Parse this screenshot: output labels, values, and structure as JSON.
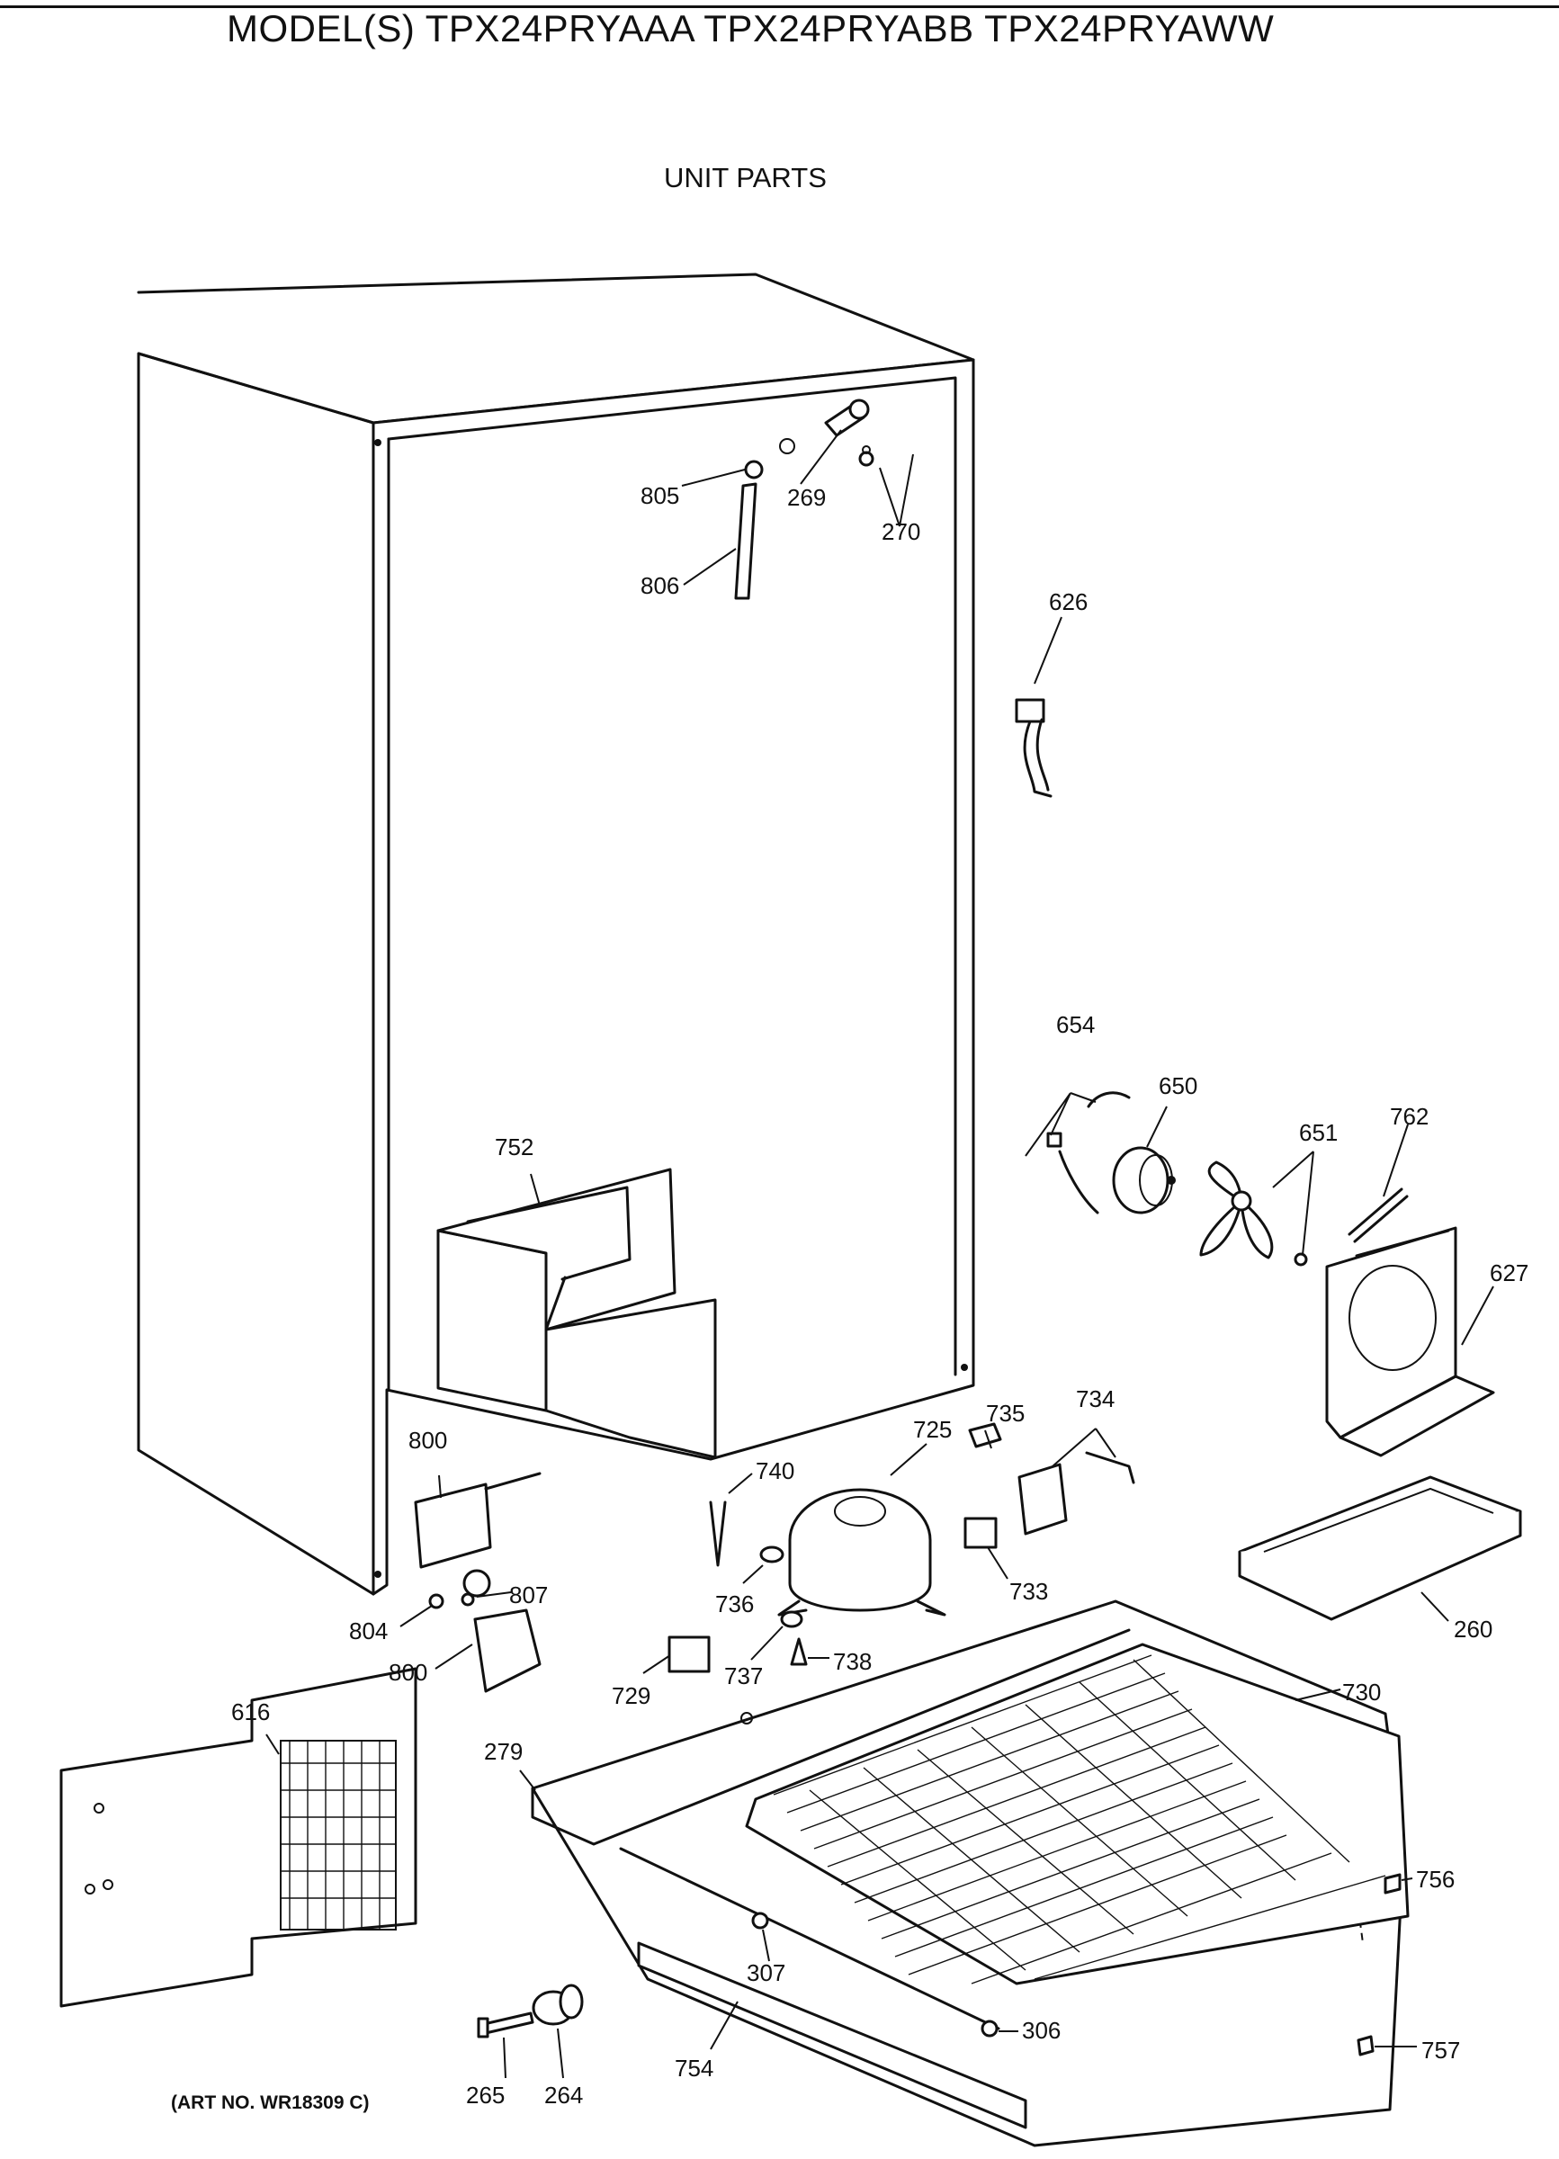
{
  "header": {
    "models": "MODEL(S) TPX24PRYAAA  TPX24PRYABB  TPX24PRYAWW",
    "section": "UNIT PARTS"
  },
  "footer": {
    "art_no": "(ART NO. WR18309 C)"
  },
  "callouts": {
    "p805": "805",
    "p269": "269",
    "p270": "270",
    "p806": "806",
    "p626": "626",
    "p654": "654",
    "p650": "650",
    "p651": "651",
    "p762": "762",
    "p752": "752",
    "p627": "627",
    "p800a": "800",
    "p725": "725",
    "p735": "735",
    "p734": "734",
    "p740": "740",
    "p807": "807",
    "p804": "804",
    "p800b": "800",
    "p736": "736",
    "p733": "733",
    "p260": "260",
    "p737": "737",
    "p738": "738",
    "p729": "729",
    "p730": "730",
    "p616": "616",
    "p279": "279",
    "p756": "756",
    "p307": "307",
    "p306": "306",
    "p757": "757",
    "p754": "754",
    "p265": "265",
    "p264": "264"
  }
}
